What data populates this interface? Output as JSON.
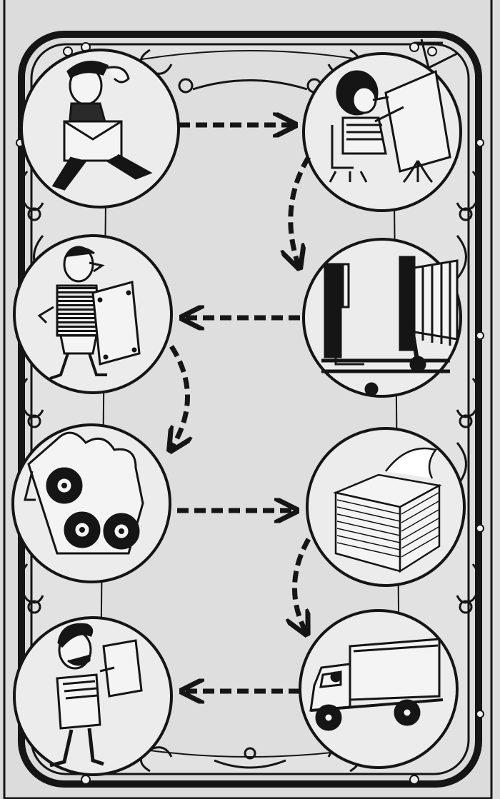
{
  "colors": {
    "paper": "#dcdcdc",
    "paper_dark": "#cfcfcf",
    "ink": "#151515",
    "circle_fill": "#ececec",
    "frame_inner": "#e6e6e6"
  },
  "diagram": {
    "type": "illustrated-process-flow",
    "steps": [
      {
        "icon": "courier-with-briefcase-icon"
      },
      {
        "icon": "artist-at-drawing-board-icon"
      },
      {
        "icon": "printer-holding-plate-icon"
      },
      {
        "icon": "process-camera-icon"
      },
      {
        "icon": "printing-press-rollers-icon"
      },
      {
        "icon": "stack-of-printed-paper-icon"
      },
      {
        "icon": "delivery-truck-icon"
      },
      {
        "icon": "customer-reading-document-icon"
      }
    ],
    "flow": [
      {
        "from": 0,
        "to": 1,
        "style": "dashed-arrow"
      },
      {
        "from": 1,
        "to": 3,
        "style": "dashed-arrow"
      },
      {
        "from": 3,
        "to": 2,
        "style": "dashed-arrow"
      },
      {
        "from": 2,
        "to": 4,
        "style": "dashed-arrow"
      },
      {
        "from": 4,
        "to": 5,
        "style": "dashed-arrow"
      },
      {
        "from": 5,
        "to": 6,
        "style": "dashed-arrow"
      },
      {
        "from": 6,
        "to": 7,
        "style": "dashed-arrow"
      }
    ]
  }
}
